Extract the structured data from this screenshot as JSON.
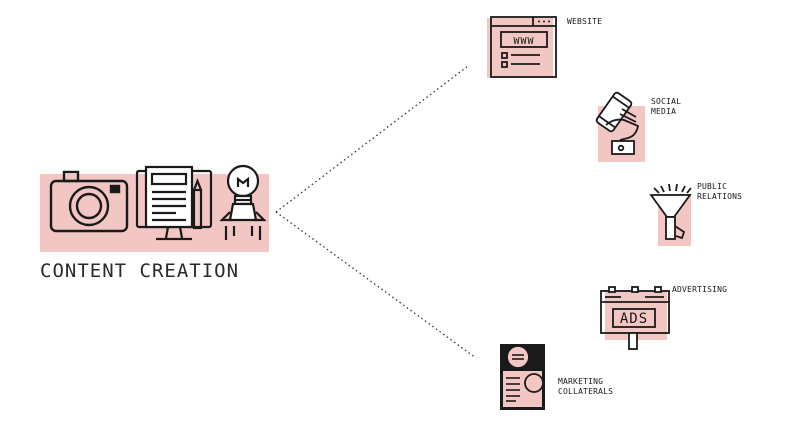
{
  "hub": {
    "title": "CONTENT CREATION"
  },
  "channels": {
    "website": {
      "label": "WEBSITE",
      "icon_text": "WWW"
    },
    "social_media": {
      "line1": "SOCIAL",
      "line2": "MEDIA"
    },
    "public_relations": {
      "line1": "PUBLIC",
      "line2": "RELATIONS"
    },
    "advertising": {
      "label": "ADVERTISING",
      "icon_text": "ADS"
    },
    "marketing_collaterals": {
      "line1": "MARKETING",
      "line2": "COLLATERALS"
    }
  },
  "colors": {
    "accent_pink": "#f2c7c3",
    "ink": "#1a1a1a"
  }
}
